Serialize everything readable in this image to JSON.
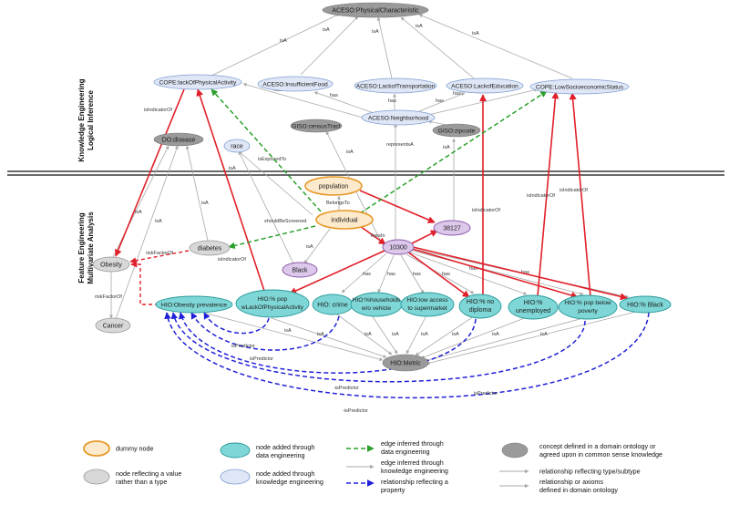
{
  "sections": {
    "top": [
      "Knowledge Engineering",
      "Logical Inference"
    ],
    "bottom": [
      "Feature Engineering",
      "Multivariate Analysis"
    ]
  },
  "nodes": {
    "aceso_physical": "ACESO:PhysicalCharacteristic",
    "cope_lack_pa": "COPE:lackOfPhysicalActivity",
    "aceso_food": "ACESO:InsufficientFood",
    "aceso_transport": "ACESO:LackofTransportation",
    "aceso_education": "ACESO:LackofEducation",
    "cope_low_ses": "COPE:LowSocioeconomicStatus",
    "aceso_neighborhood": "ACESO:Neighborhood",
    "giso_census": "GISO:censusTract",
    "giso_zip": "GISO:zipcode",
    "do_disease": "DO:disease",
    "race": "race",
    "population": "population",
    "individual": "individual",
    "zip_38127": "38127",
    "tract_10300": "10300",
    "obesity": "Obesity",
    "diabetes": "diabetes",
    "black": "Black",
    "cancer": "Cancer",
    "hio_obesity": "HIO:Obesity prevalence",
    "hio_pop_lack": [
      "HIO:% pop",
      "wLackOfPhysicalActivity"
    ],
    "hio_crime": "HIO: crime",
    "hio_households": [
      "HIO:%households",
      "w/o vehicle"
    ],
    "hio_low_access": [
      "HIO:low access",
      "to supermarket"
    ],
    "hio_no_diploma": [
      "HIO:% no",
      "diploma"
    ],
    "hio_unemployed": [
      "HIO:%",
      "unemployed"
    ],
    "hio_below_poverty": [
      "HIO:% pop below",
      "poverty"
    ],
    "hio_black": "HIO:% Black",
    "hio_metric": "HIO:Metric"
  },
  "edge_labels": {
    "isA": "isA",
    "has": "has",
    "isIndicatorOf": "isIndicatorOf",
    "representsA": "representsA",
    "isExposedTo": "isExposedTo",
    "belongsTo": "BelongsTo",
    "shouldBeScreened": "shouldBeScreened",
    "livesIn": "livesIn",
    "riskFactorOf_arrow": "riskFactorOf",
    "riskFactorOf": "riskFactorOf",
    "isPredictor": "isPredictor",
    "isPredictor_dash": "-isPredictor"
  },
  "legend": {
    "dummy": "dummy node",
    "value_node": [
      "node reflecting a value",
      "rather than a type"
    ],
    "data_eng_node": [
      "node added through",
      "data engineering"
    ],
    "know_eng_node": [
      "node added through",
      "knowledge engineering"
    ],
    "edge_data": [
      "edge inferred through",
      "data engineering"
    ],
    "edge_know": [
      "edge inferred through",
      "knowledge engineering"
    ],
    "edge_property": [
      "relationship reflecting a",
      "property"
    ],
    "concept": [
      "concept defined in a domain ontology or",
      "agreed upon in common sense knowledge"
    ],
    "rel_type": "relationship reflecting type/subtype",
    "rel_axiom": [
      "relationship or axioms",
      "defined in domain ontology"
    ]
  },
  "colors": {
    "red": "#e0202a",
    "green": "#2aa02a",
    "blue": "#2020d8",
    "gray_edge": "#a8a8a8",
    "concept_fill": "#9a9a9a",
    "knowledge_fill": "#dfe6f5",
    "knowledge_stroke": "#7f9fd3",
    "data_fill": "#7fd6d6",
    "data_stroke": "#2a9a9a",
    "value_fill": "#d8d8d8",
    "dummy_fill": "#fde9cc",
    "dummy_stroke": "#e69a2a",
    "zip_fill": "#dcc8ea",
    "zip_stroke": "#8a5aa8"
  }
}
